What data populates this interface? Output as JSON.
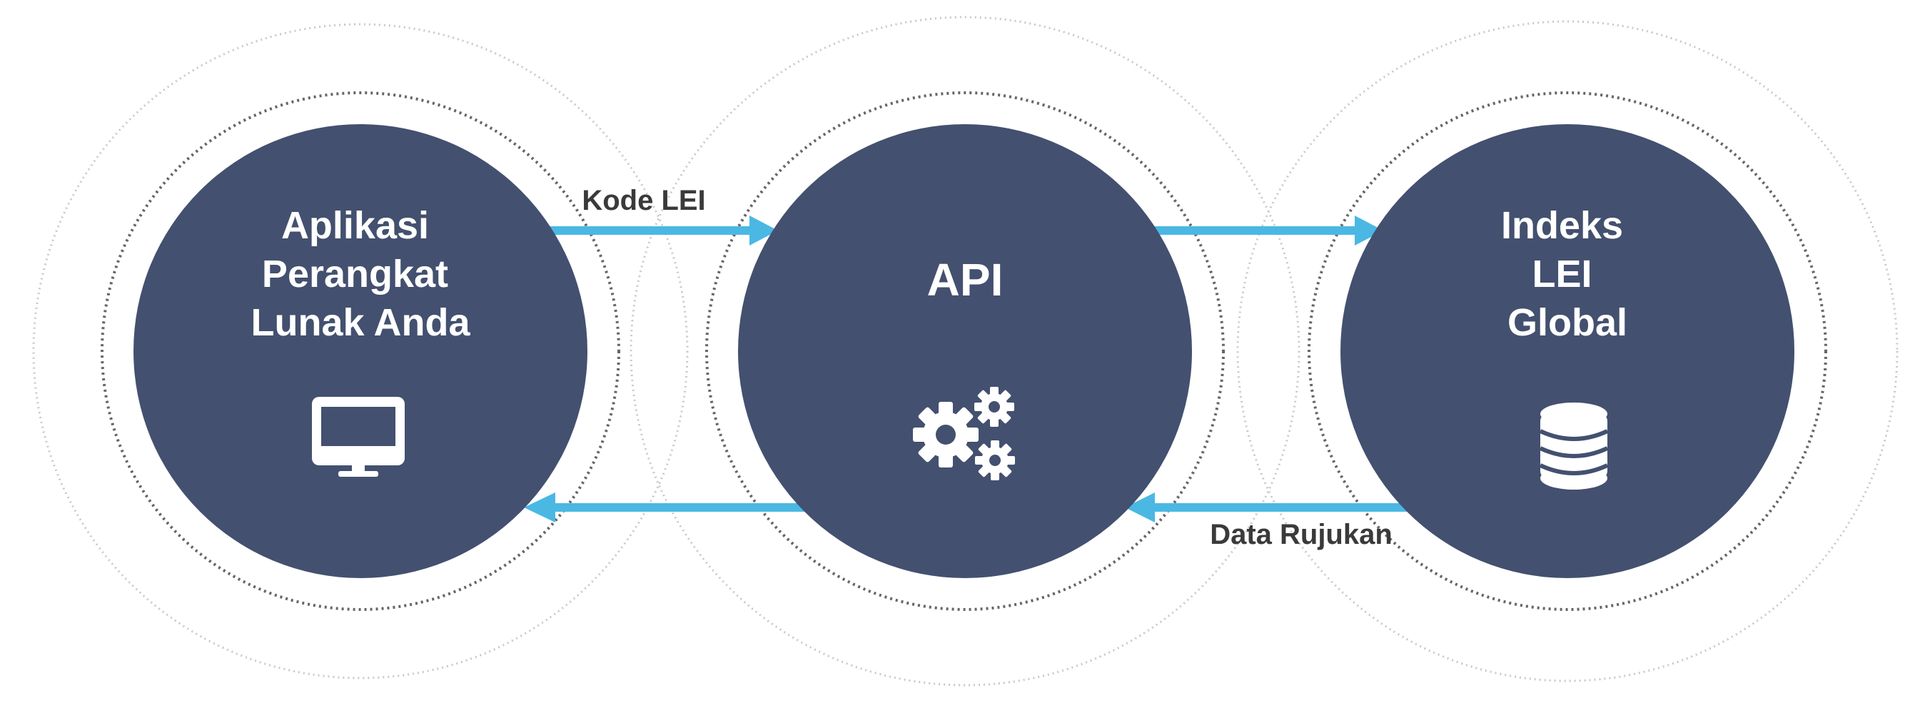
{
  "colors": {
    "node_fill": "#43506f",
    "arrow": "#4ab8e3",
    "ring_light": "#c8c8c8",
    "ring_dark": "#666666",
    "node_text": "#ffffff",
    "edge_text": "#3a3a3a",
    "background": "#ffffff"
  },
  "nodes": [
    {
      "id": "software",
      "label_lines": [
        "Aplikasi",
        "Perangkat",
        "Lunak Anda"
      ],
      "icon": "monitor-icon"
    },
    {
      "id": "api",
      "label_lines": [
        "API"
      ],
      "icon": "gears-icon"
    },
    {
      "id": "index",
      "label_lines": [
        "Indeks",
        "LEI",
        "Global"
      ],
      "icon": "database-icon"
    }
  ],
  "edges": [
    {
      "from": "software",
      "to": "api",
      "label": "Kode LEI"
    },
    {
      "from": "api",
      "to": "index",
      "label": ""
    },
    {
      "from": "index",
      "to": "api",
      "label": "Data Rujukan"
    },
    {
      "from": "api",
      "to": "software",
      "label": ""
    }
  ]
}
